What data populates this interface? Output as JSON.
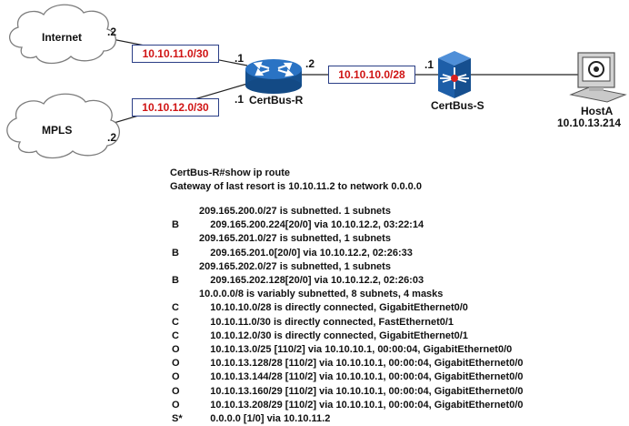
{
  "diagram": {
    "clouds": {
      "internet": "Internet",
      "mpls": "MPLS"
    },
    "links": {
      "internet_net": "10.10.11.0/30",
      "mpls_net": "10.10.12.0/30",
      "switch_net": "10.10.10.0/28"
    },
    "hosts": {
      "internet_if": ".2",
      "mpls_if": ".2",
      "router_if_top": ".1",
      "router_if_bottom": ".1",
      "router_if_right": ".2",
      "switch_if": ".1"
    },
    "devices": {
      "router": "CertBus-R",
      "switch": "CertBus-S",
      "host": "HostA",
      "host_ip": "10.10.13.214"
    },
    "colors": {
      "net_label": "#d01414",
      "router": "#1f63b3",
      "switch": "#1f63b3"
    }
  },
  "routing": {
    "prompt": "CertBus-R#show ip route",
    "gateway": "Gateway of last resort is 10.10.11.2 to network 0.0.0.0",
    "entries": [
      {
        "code": "",
        "text": "209.165.200.0/27 is subnetted. 1 subnets"
      },
      {
        "code": "B",
        "text": "    209.165.200.224[20/0] via 10.10.12.2, 03:22:14"
      },
      {
        "code": "",
        "text": "209.165.201.0/27 is subnetted, 1 subnets"
      },
      {
        "code": "B",
        "text": "    209.165.201.0[20/0] via 10.10.12.2, 02:26:33"
      },
      {
        "code": "",
        "text": "209.165.202.0/27 is subnetted, 1 subnets"
      },
      {
        "code": "B",
        "text": "    209.165.202.128[20/0] via 10.10.12.2, 02:26:03"
      },
      {
        "code": "",
        "text": "10.0.0.0/8 is variably subnetted, 8 subnets, 4 masks"
      },
      {
        "code": "C",
        "text": "    10.10.10.0/28 is directly connected, GigabitEthernet0/0"
      },
      {
        "code": "C",
        "text": "    10.10.11.0/30 is directly connected, FastEthernet0/1"
      },
      {
        "code": "C",
        "text": "    10.10.12.0/30 is directly connected, GigabitEthernet0/1"
      },
      {
        "code": "O",
        "text": "    10.10.13.0/25 [110/2] via 10.10.10.1, 00:00:04, GigabitEthernet0/0"
      },
      {
        "code": "O",
        "text": "    10.10.13.128/28 [110/2] via 10.10.10.1, 00:00:04, GigabitEthernet0/0"
      },
      {
        "code": "O",
        "text": "    10.10.13.144/28 [110/2] via 10.10.10.1, 00:00:04, GigabitEthernet0/0"
      },
      {
        "code": "O",
        "text": "    10.10.13.160/29 [110/2] via 10.10.10.1, 00:00:04, GigabitEthernet0/0"
      },
      {
        "code": "O",
        "text": "    10.10.13.208/29 [110/2] via 10.10.10.1, 00:00:04, GigabitEthernet0/0"
      },
      {
        "code": "S*",
        "text": "    0.0.0.0 [1/0] via 10.10.11.2"
      }
    ]
  }
}
